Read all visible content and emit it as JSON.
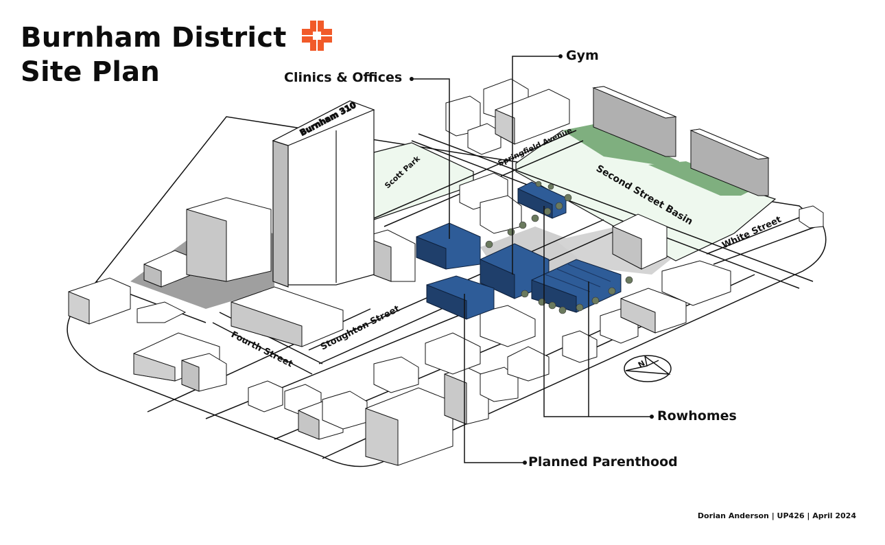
{
  "title": {
    "line1": "Burnham District",
    "line2": "Site Plan",
    "logo_icon": "medical-cross-icon",
    "logo_color": "#F15A29"
  },
  "callouts": {
    "clinics": "Clinics & Offices",
    "gym": "Gym",
    "rowhomes": "Rowhomes",
    "planned_parenthood": "Planned Parenthood"
  },
  "map_labels": {
    "tower": "Burnham 310",
    "scott_park": "Scott Park",
    "springfield": "Springfield Avenue",
    "basin": "Second Street Basin",
    "white_street": "White Street",
    "fourth_street": "Fourth Street",
    "stoughton": "Stoughton Street"
  },
  "compass": {
    "icon": "north-arrow-icon",
    "label": "N"
  },
  "credit": "Dorian Anderson | UP426 | April 2024",
  "colors": {
    "proposed_building": "#2E5C98",
    "proposed_building_dark": "#1F3F6B",
    "park_fill": "#EEF8EE",
    "park_shadow": "#7FAF7F",
    "existing_light": "#FFFFFF",
    "existing_shade": "#B8B8B8",
    "shadow": "#9A9A9A",
    "line": "#111111"
  }
}
